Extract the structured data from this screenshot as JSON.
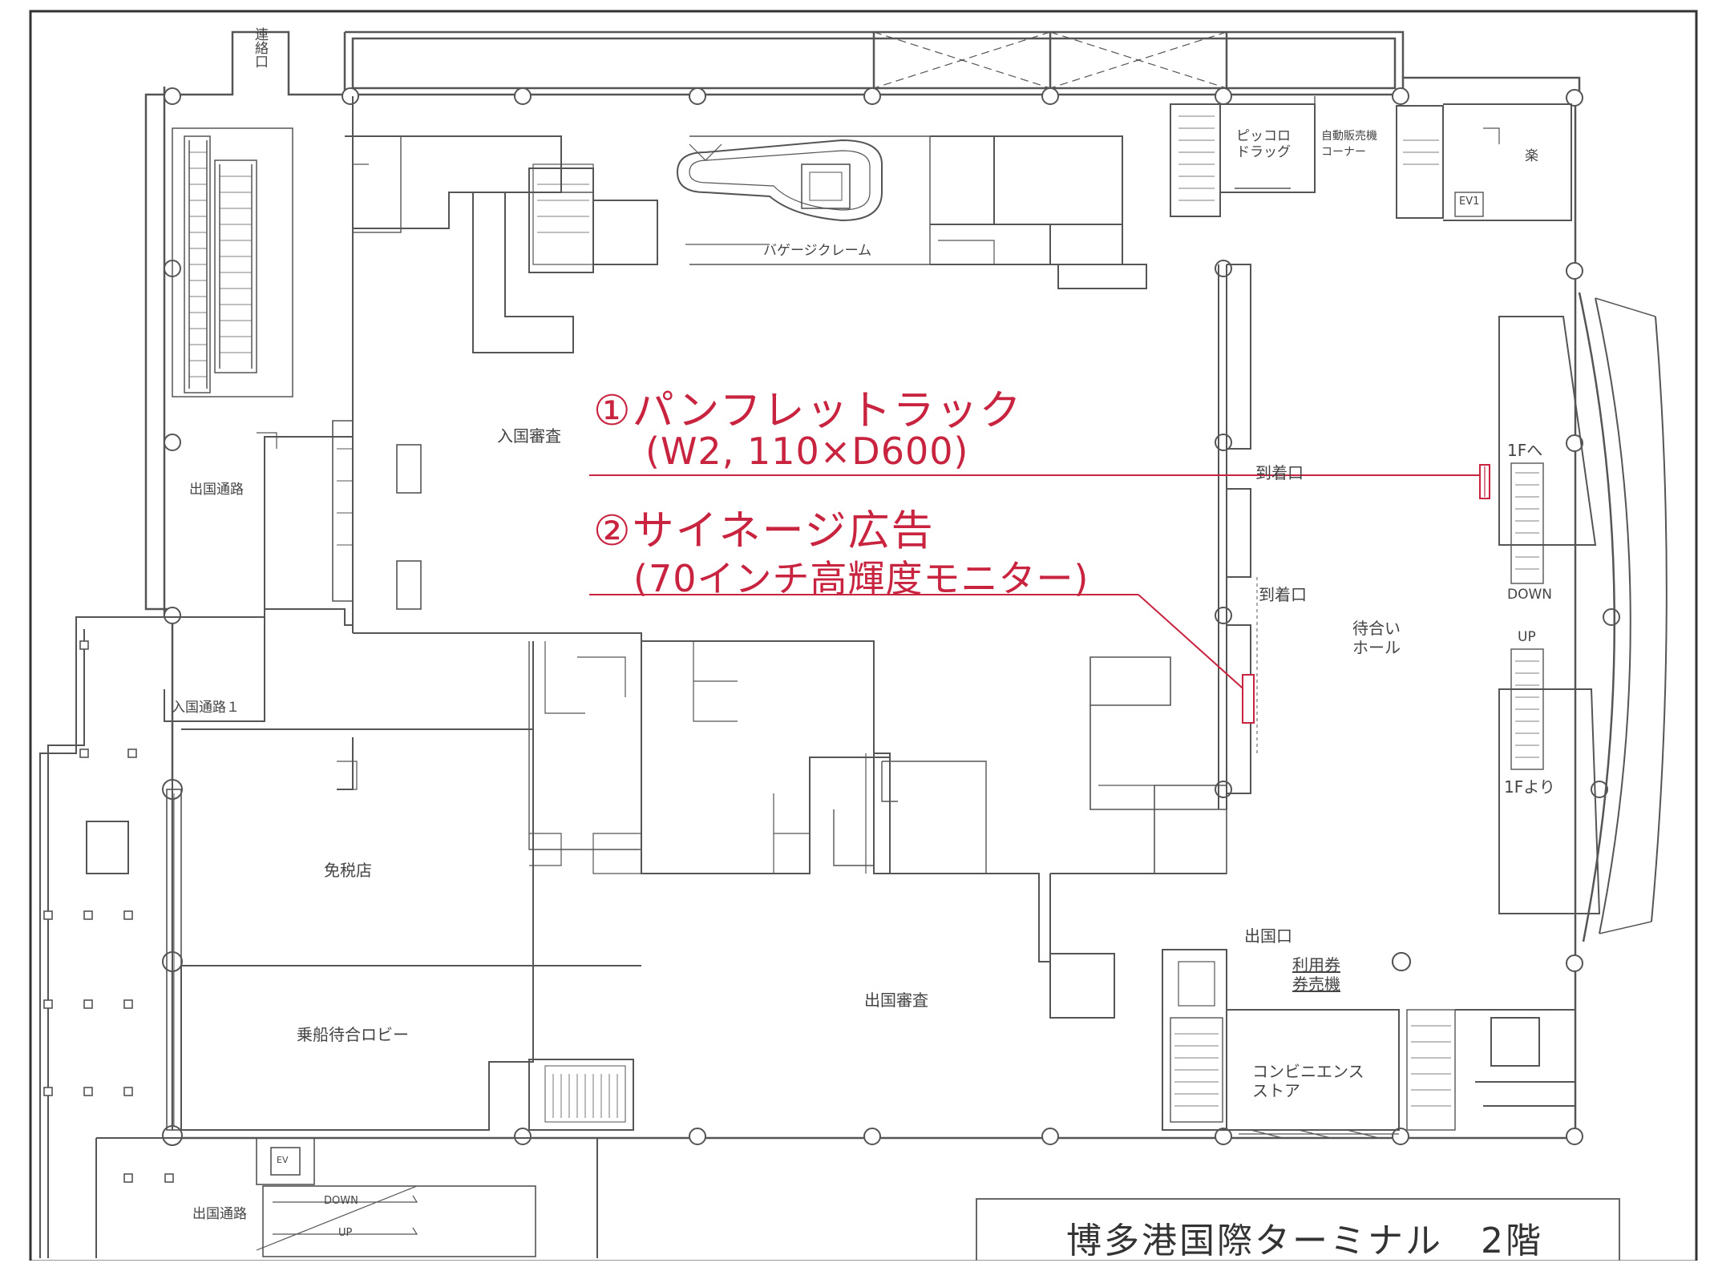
{
  "title": "博多港国際ターミナル　2階",
  "annotations": {
    "item1_title": "①パンフレットラック",
    "item1_size": "(W2, 110×D600)",
    "item2_title": "②サイネージ広告",
    "item2_detail": "(70インチ高輝度モニター)"
  },
  "rooms": {
    "baggage_claim": "バゲージクレーム",
    "immigration": "入国審査",
    "departure_passage_left": "出国通路",
    "entry_passage_1": "入国通路１",
    "duty_free": "免税店",
    "boarding_lobby": "乗船待合ロビー",
    "departure_passage_bottom": "出国通路",
    "emigration": "出国審査",
    "arrival_gate_1": "到着口",
    "arrival_gate_2": "到着口",
    "waiting_hall": "待合い\nホール",
    "departure_gate": "出国口",
    "ticket_machine": "利用券\n券売機",
    "convenience_store": "コンビニエンス\nストア",
    "piccolo_drug": "ピッコロ\nドラッグ",
    "vending_corner": "自動販売機\nコーナー",
    "room_ne": "楽",
    "ev1": "EV1",
    "ev_bottom": "EV",
    "to_1f": "1Fへ",
    "from_1f": "1Fより",
    "down": "DOWN",
    "up": "UP",
    "esc_down": "DOWN",
    "esc_up": "UP",
    "top_entrance": "連絡口"
  }
}
